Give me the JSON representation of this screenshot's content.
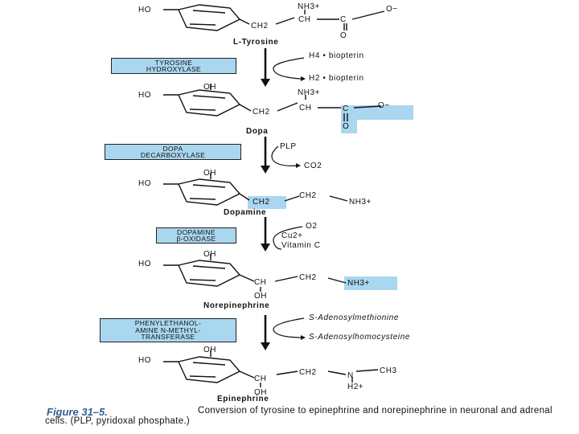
{
  "compounds": {
    "tyrosine": {
      "name": "L-Tyrosine",
      "ho": "HO",
      "nh3": "NH3+",
      "ch": "CH",
      "ch2": "CH2",
      "c": "C",
      "o": "O",
      "ominus": "O−"
    },
    "dopa": {
      "name": "Dopa",
      "oh": "OH",
      "ho": "HO",
      "nh3": "NH3+",
      "ch": "CH",
      "ch2": "CH2",
      "c": "C",
      "o": "O",
      "ominus": "O−"
    },
    "dopamine": {
      "name": "Dopamine",
      "oh": "OH",
      "ho": "HO",
      "ch2a": "CH2",
      "ch2b": "CH2",
      "nh3": "NH3+"
    },
    "norepinephrine": {
      "name": "Norepinephrine",
      "oh": "OH",
      "ho": "HO",
      "ch": "CH",
      "ohb": "OH",
      "ch2": "CH2",
      "nh3": "NH3+"
    },
    "epinephrine": {
      "name": "Epinephrine",
      "oh": "OH",
      "ho": "HO",
      "ch": "CH",
      "ohb": "OH",
      "ch2": "CH2",
      "n": "N",
      "h2": "H2+",
      "ch3": "CH3"
    }
  },
  "steps": [
    {
      "enzyme_lines": [
        "TYROSINE",
        "HYDROXYLASE"
      ],
      "cofactor_in": "H4 • biopterin",
      "cofactor_out": "H2 • biopterin"
    },
    {
      "enzyme_lines": [
        "DOPA",
        "DECARBOXYLASE"
      ],
      "cofactor_in": "PLP",
      "cofactor_out": "CO2"
    },
    {
      "enzyme_lines": [
        "DOPAMINE",
        "β-OXIDASE"
      ],
      "cofactor_in": "O2",
      "cofactor_mid": "Cu2+",
      "cofactor_out": "Vitamin C"
    },
    {
      "enzyme_lines": [
        "PHENYLETHANOL-",
        "AMINE N-METHYL-",
        "TRANSFERASE"
      ],
      "cofactor_in": "S-Adenosylmethionine",
      "cofactor_out": "S-Adenosylhomocysteine"
    }
  ],
  "caption": {
    "figure": "Figure 31–5.",
    "text": "Conversion of tyrosine to epinephrine and norepinephrine in neuronal and adrenal cells. (PLP, pyridoxal phosphate.)"
  },
  "colors": {
    "highlight": "#a9d7ef",
    "figure_label": "#2f5f8f",
    "ink": "#111111"
  }
}
